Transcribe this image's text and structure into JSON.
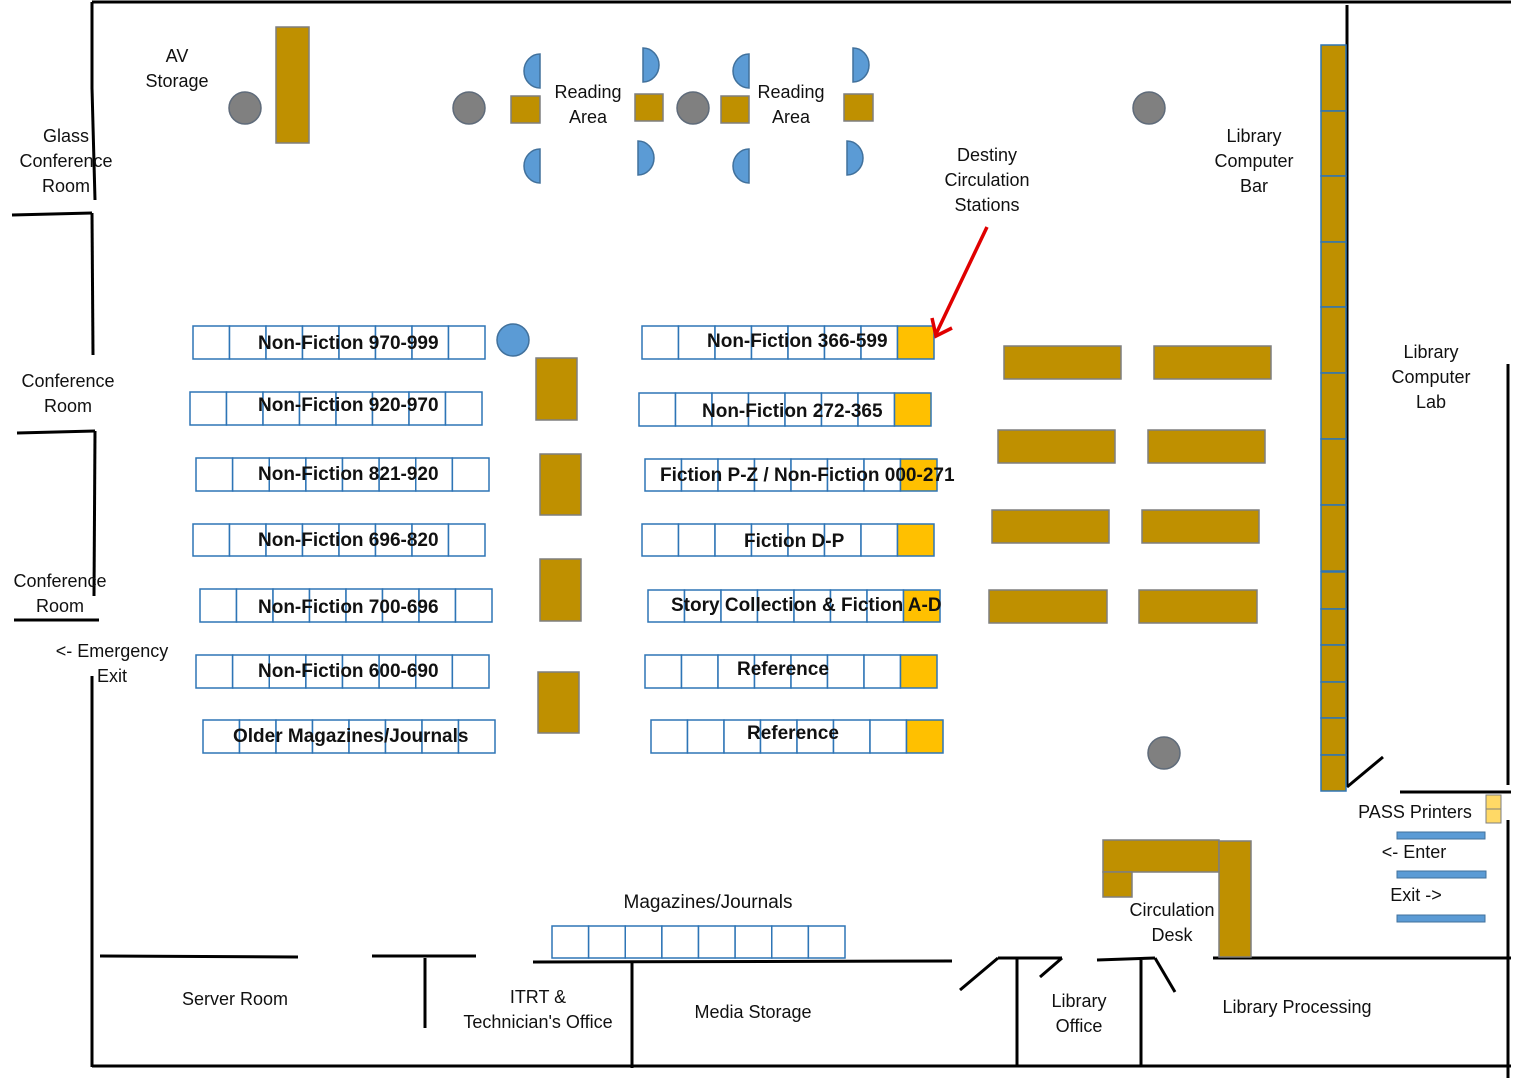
{
  "rooms": {
    "av_storage": [
      "AV",
      "Storage"
    ],
    "glass_conference_room": [
      "Glass",
      "Conference",
      "Room"
    ],
    "conference_room_1": [
      "Conference",
      "Room"
    ],
    "conference_room_2": [
      "Conference",
      "Room"
    ],
    "emergency_exit": [
      "<- Emergency",
      "Exit"
    ],
    "reading_area_left": [
      "Reading",
      "Area"
    ],
    "reading_area_right": [
      "Reading",
      "Area"
    ],
    "destiny_circulation_stations": [
      "Destiny",
      "Circulation",
      "Stations"
    ],
    "library_computer_bar": [
      "Library",
      "Computer",
      "Bar"
    ],
    "library_computer_lab": [
      "Library",
      "Computer",
      "Lab"
    ],
    "pass_printers": [
      "PASS Printers"
    ],
    "enter": [
      "<- Enter"
    ],
    "exit": [
      "Exit ->"
    ],
    "circulation_desk": [
      "Circulation",
      "Desk"
    ],
    "magazines_journals": [
      "Magazines/Journals"
    ],
    "server_room": [
      "Server Room"
    ],
    "itrt_office": [
      "ITRT &",
      "Technician's Office"
    ],
    "media_storage": [
      "Media Storage"
    ],
    "library_office": [
      "Library",
      "Office"
    ],
    "library_processing": [
      "Library Processing"
    ]
  },
  "shelves_left": [
    "Non-Fiction 970-999",
    "Non-Fiction 920-970",
    "Non-Fiction 821-920",
    "Non-Fiction 696-820",
    "Non-Fiction 700-696",
    "Non-Fiction 600-690",
    "Older Magazines/Journals"
  ],
  "shelves_middle": [
    "Non-Fiction 366-599",
    "Non-Fiction 272-365",
    "Fiction P-Z / Non-Fiction 000-271",
    "Fiction D-P",
    "Story Collection &  Fiction A-D",
    "Reference",
    "Reference"
  ],
  "colors": {
    "wall": "#000000",
    "table": "#bf9000",
    "table_border": "#7f7f7f",
    "shelf_border": "#2e75b6",
    "circulation_station": "#ffc000",
    "chair": "#5b9bd5",
    "column": "#808080",
    "arrow": "#e00000",
    "printer": "#ffd966",
    "entry_bar": "#5b9bd5"
  }
}
